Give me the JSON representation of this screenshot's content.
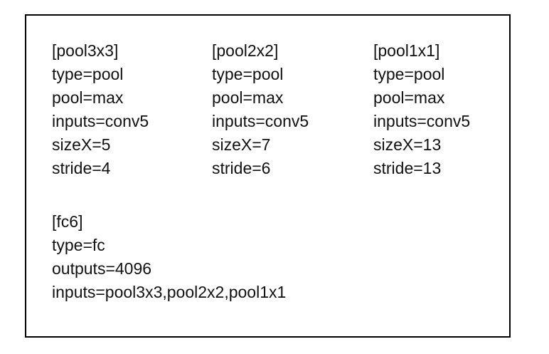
{
  "config_panel": {
    "pool_columns": [
      {
        "lines": [
          "[pool3x3]",
          "type=pool",
          "pool=max",
          "inputs=conv5",
          "sizeX=5",
          "stride=4"
        ]
      },
      {
        "lines": [
          "[pool2x2]",
          "type=pool",
          "pool=max",
          "inputs=conv5",
          "sizeX=7",
          "stride=6"
        ]
      },
      {
        "lines": [
          "[pool1x1]",
          "type=pool",
          "pool=max",
          "inputs=conv5",
          "sizeX=13",
          "stride=13"
        ]
      }
    ],
    "fc_block": {
      "lines": [
        "[fc6]",
        "type=fc",
        "outputs=4096",
        "inputs=pool3x3,pool2x2,pool1x1"
      ]
    }
  },
  "colors": {
    "background": "#ffffff",
    "border": "#000000",
    "text": "#111111"
  }
}
